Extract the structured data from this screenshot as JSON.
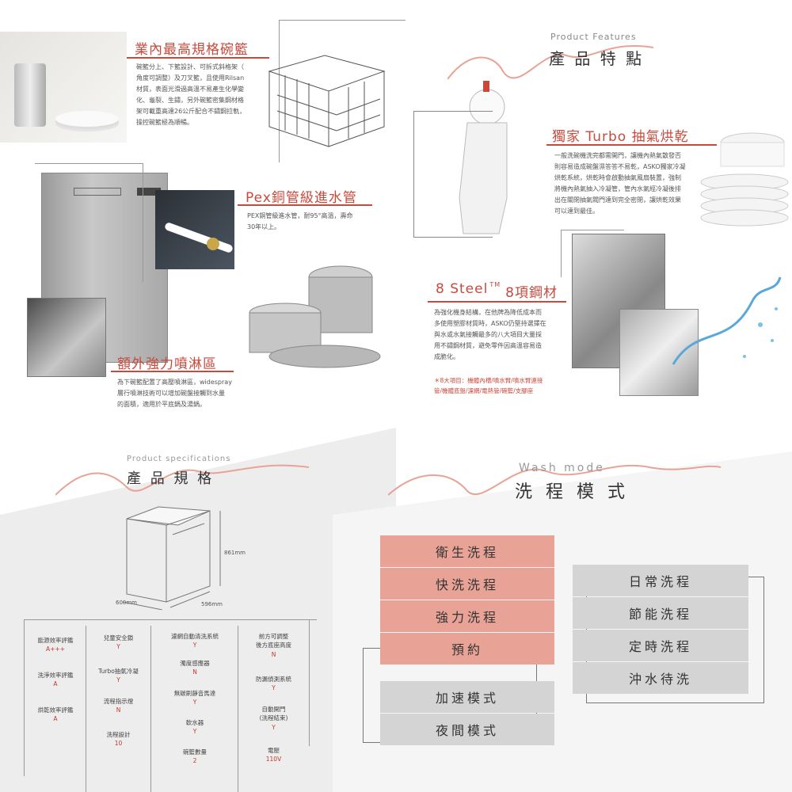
{
  "features": {
    "rack": {
      "title": "業內最高規格碗籃",
      "lines": [
        "碗籃分上、下籃設計、可拆式斜格架（",
        "角度可調整）及刀叉籃，且使用Rilsan",
        "材質，表面光滑過高溫不易產生化學變",
        "化、龜裂、生鏽，另外碗籃密集鋼材格",
        "架可載重高達26公斤配合不鏽鋼拉軌，",
        "操控碗籃極為順暢。"
      ]
    },
    "pex": {
      "title": "Pex銅管級進水管",
      "lines": [
        "PEX銅管級進水管，耐95°高溫，壽命",
        "30年以上。"
      ]
    },
    "spray": {
      "title": "額外強力噴淋區",
      "lines": [
        "為下碗籃配置了高壓噴淋區，widespray",
        "層行噴淋技術可以增加碗盤接觸到水量",
        "的面積，適用於平底鍋及湯鍋。"
      ]
    },
    "header_en": "Product Features",
    "header_zh": "產 品 特 點",
    "turbo": {
      "title": "獨家 Turbo 抽氣烘乾",
      "lines": [
        "一般洗碗機洗完都需開門，讓機內熱氣散發否",
        "則容易造成碗盤濕答答不易乾，ASKO獨家冷凝",
        "烘乾系統，烘乾時會啟動抽氣風扇裝置，強制",
        "將機內熱氣抽入冷凝管，管內水氣經冷凝後排",
        "出在關閉抽氣閥門達到完全密閉，讓烘乾效果",
        "可以達到最佳。"
      ]
    },
    "steel": {
      "title": "8 Steel",
      "tm": "TM",
      "title2": "8項鋼材",
      "lines": [
        "為強化機身結構，在他牌為降低成本而",
        "多使用塑膠材質時，ASKO仍堅持選擇在",
        "與水或水氣接觸最多的八大項目大量採",
        "用不鏽鋼材質，避免零件因高溫容易造",
        "成脆化。"
      ],
      "note1": "＊8大項目：機體內槽/噴水臂/噴水臂連接",
      "note2": "管/機體底盤/濾網/電熱管/碗籃/支腳座"
    }
  },
  "specs": {
    "header_en": "Product specifications",
    "header_zh": "產 品 規 格",
    "dim_height": "861mm",
    "dim_depth": "600mm",
    "dim_width": "596mm",
    "items": [
      {
        "label": "能源效率評鑑",
        "value": "A+++"
      },
      {
        "label": "洗淨效率評鑑",
        "value": "A"
      },
      {
        "label": "烘乾效率評鑑",
        "value": "A"
      },
      {
        "label": "兒童安全鎖",
        "value": "Y"
      },
      {
        "label": "Turbo抽氣冷凝",
        "value": "Y"
      },
      {
        "label": "流程指示燈",
        "value": "N"
      },
      {
        "label": "洗程設計",
        "value": "10"
      },
      {
        "label": "濾網自動清洗系統",
        "value": "Y"
      },
      {
        "label": "濁度感應器",
        "value": "N"
      },
      {
        "label": "無碳刷靜音馬達",
        "value": "Y"
      },
      {
        "label": "軟水器",
        "value": "Y"
      },
      {
        "label": "碗籃數量",
        "value": "2"
      },
      {
        "label": "前方可調整\n後方底座高度",
        "value": "N"
      },
      {
        "label": "防漏偵測系統",
        "value": "Y"
      },
      {
        "label": "自動開門\n(洗程結束)",
        "value": "Y"
      },
      {
        "label": "電壓",
        "value": "110V"
      }
    ]
  },
  "wash": {
    "header_en": "Wash mode",
    "header_zh": "洗 程 模 式",
    "pink_modes": [
      "衛生洗程",
      "快洗洗程",
      "強力洗程",
      "預約"
    ],
    "gray_modes_left": [
      "加速模式",
      "夜間模式"
    ],
    "gray_modes_right": [
      "日常洗程",
      "節能洗程",
      "定時洗程",
      "沖水待洗"
    ]
  },
  "colors": {
    "accent": "#c84a3c",
    "pink": "#e8a396",
    "gray": "#d4d4d4"
  }
}
